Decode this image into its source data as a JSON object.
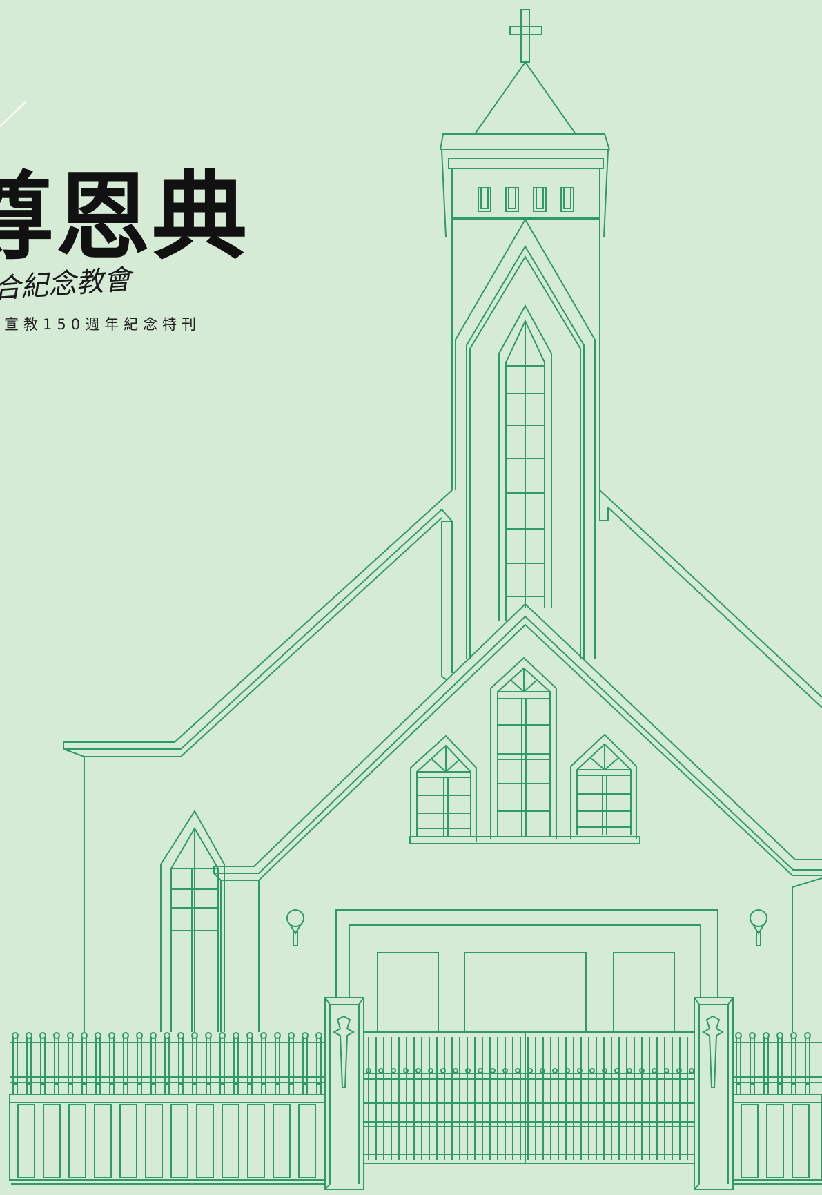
{
  "cover": {
    "title_main": "尊恩典",
    "title_script": "合紀念教會",
    "subtitle": "宣教150週年紀念特刊"
  },
  "colors": {
    "background": "#d6ebd6",
    "line": "#2e9a66",
    "text": "#111111"
  }
}
